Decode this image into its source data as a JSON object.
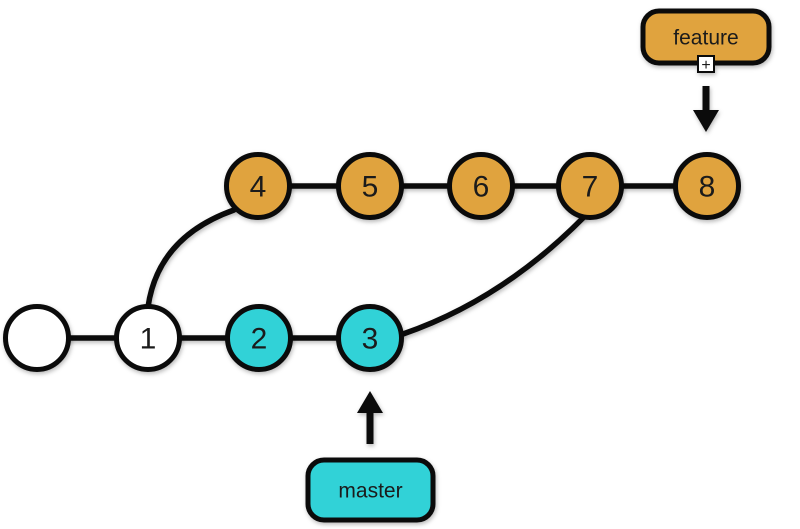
{
  "colors": {
    "feature_orange": "#e0a33e",
    "master_cyan": "#31d2d7",
    "stroke_black": "#0b0b0b",
    "node_text": "#1b1b1b",
    "background": "#ffffff"
  },
  "branch_labels": {
    "feature": "feature",
    "master": "master"
  },
  "icons": {
    "expand_plus": "+"
  },
  "nodes": [
    {
      "label": "",
      "branch": "initial"
    },
    {
      "label": "1",
      "branch": "initial"
    },
    {
      "label": "2",
      "branch": "master"
    },
    {
      "label": "3",
      "branch": "master"
    },
    {
      "label": "4",
      "branch": "feature"
    },
    {
      "label": "5",
      "branch": "feature"
    },
    {
      "label": "6",
      "branch": "feature"
    },
    {
      "label": "7",
      "branch": "feature"
    },
    {
      "label": "8",
      "branch": "feature"
    }
  ]
}
